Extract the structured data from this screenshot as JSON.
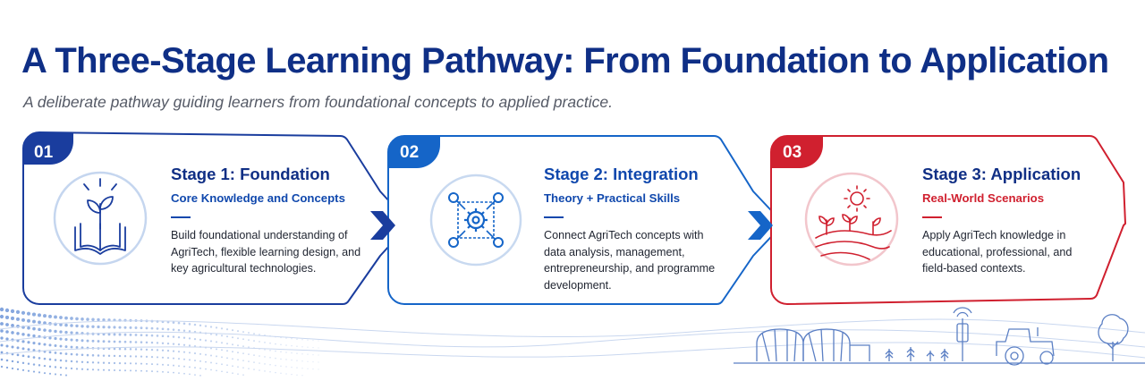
{
  "header": {
    "title": "A Three-Stage Learning Pathway: From Foundation to Application",
    "subtitle": "A deliberate pathway guiding learners from foundational concepts to applied practice."
  },
  "stages": [
    {
      "number": "01",
      "title": "Stage 1: Foundation",
      "subtitle": "Core Knowledge and Concepts",
      "body": "Build foundational understanding of AgriTech, flexible learning design, and key agricultural technologies.",
      "icon": "book-seedling-icon",
      "accent": "#1a3d9e"
    },
    {
      "number": "02",
      "title": "Stage 2: Integration",
      "subtitle": "Theory + Practical Skills",
      "body": "Connect AgriTech concepts with data analysis, management, entrepreneurship, and programme development.",
      "icon": "gear-network-icon",
      "accent": "#1565c8"
    },
    {
      "number": "03",
      "title": "Stage 3: Application",
      "subtitle": "Real-World Scenarios",
      "body": "Apply AgriTech knowledge in educational, professional, and field-based contexts.",
      "icon": "sun-field-icon",
      "accent": "#d0202f"
    }
  ],
  "connectors": [
    "chevron-right-icon",
    "chevron-right-icon"
  ],
  "decorations": [
    "dot-wave-pattern",
    "greenhouse-icon",
    "sensor-pole-icon",
    "tractor-icon",
    "tree-icon"
  ]
}
